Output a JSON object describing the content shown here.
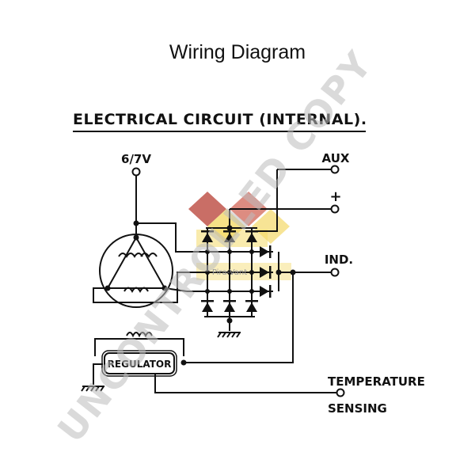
{
  "title": "Wiring Diagram",
  "heading": "ELECTRICAL CIRCUIT (INTERNAL).",
  "terminals": {
    "input": "6/7V",
    "aux": "AUX",
    "plus": "+",
    "ind": "IND.",
    "temperature": "TEMPERATURE",
    "sensing": "SENSING"
  },
  "regulator_label": "REGULATOR",
  "watermark": "UNCONTROLLED COPY",
  "logo_text": "Pira-Vant",
  "colors": {
    "line": "#111111",
    "logo_red": "#b02a1e",
    "logo_yellow": "#f2d34f",
    "watermark": "#bdbdbd"
  }
}
